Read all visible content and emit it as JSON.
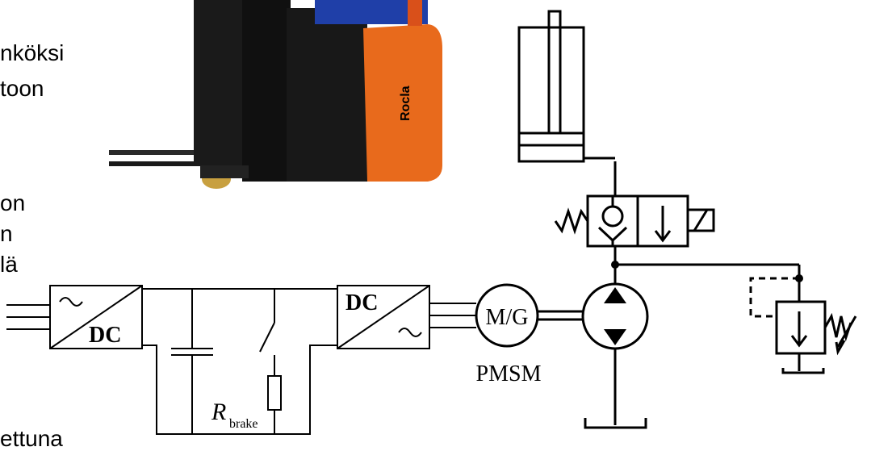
{
  "left_text_fragments": [
    "nköksi",
    "toon",
    "on",
    "n",
    "lä",
    "ettuna"
  ],
  "labels": {
    "rectifier_dc": "DC",
    "inverter_dc": "DC",
    "machine": "M/G",
    "machine_type": "PMSM",
    "brake_resistor_symbol": "R",
    "brake_resistor_subscript": "brake"
  },
  "photo": {
    "brand_text": "Rocla",
    "colors": {
      "body": "#e86a1c",
      "chassis": "#141414",
      "operator_blue": "#1f3fa8"
    }
  }
}
